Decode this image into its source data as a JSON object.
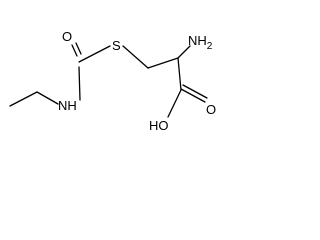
{
  "molecule": {
    "atoms": {
      "carbonyl_oxygen": "O",
      "amide_nitrogen": "NH",
      "sulfur": "S",
      "amino_group": "NH2",
      "acid_oxygen": "O",
      "hydroxyl": "HO"
    }
  },
  "colors": {
    "bond": "#000000",
    "label": "#000000",
    "background": "#ffffff"
  }
}
